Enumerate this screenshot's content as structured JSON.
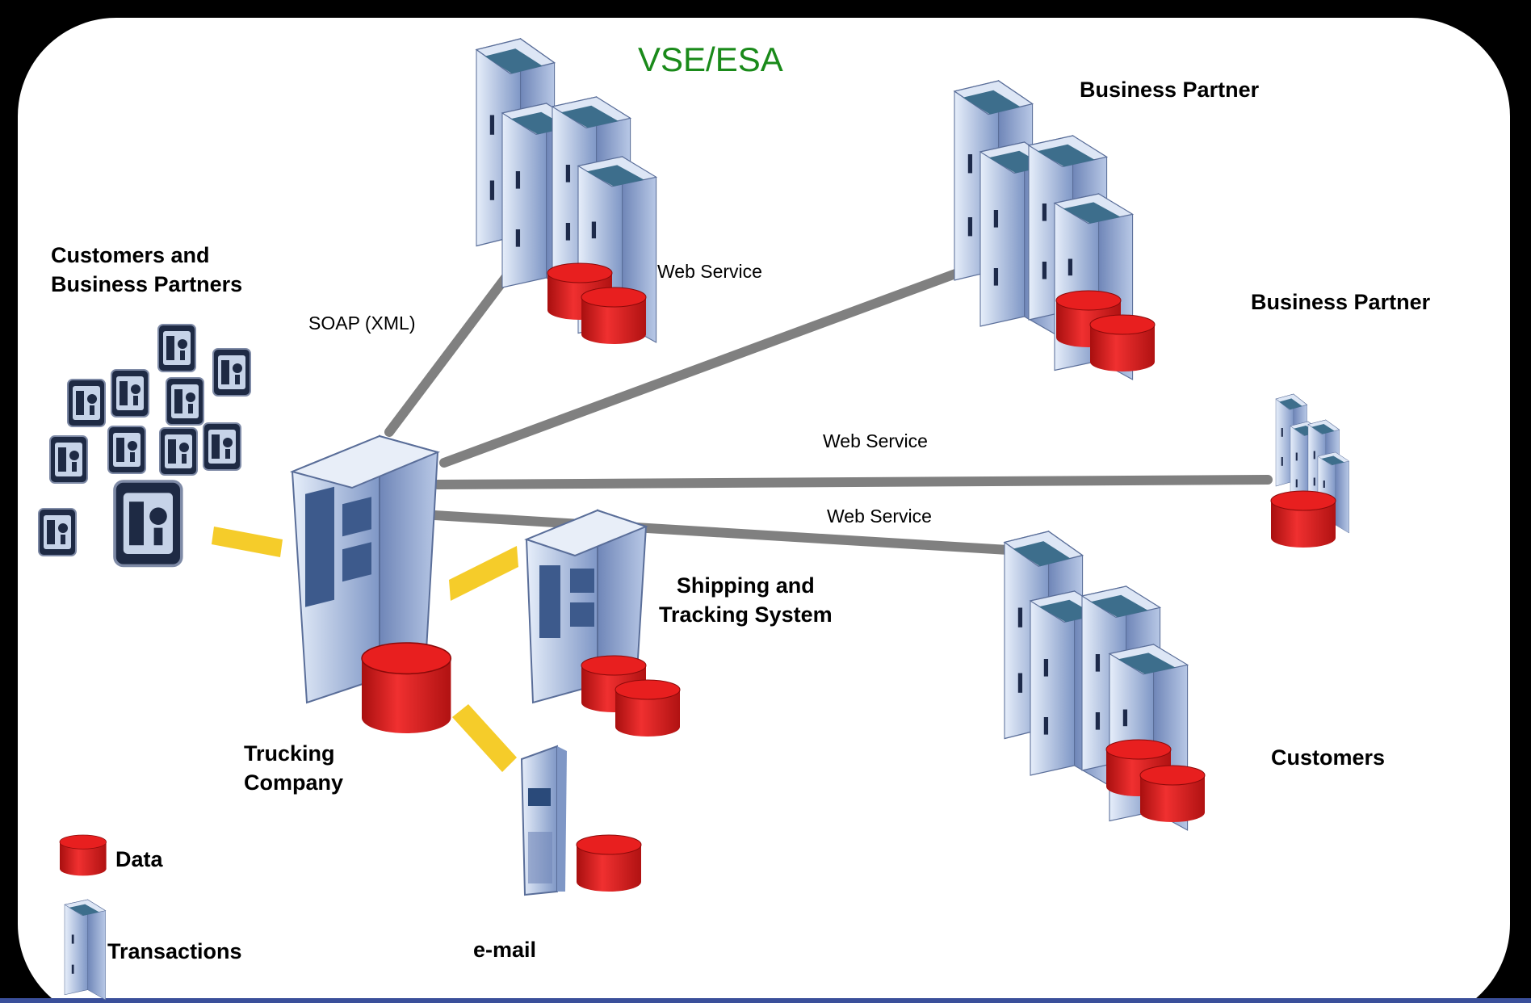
{
  "diagram": {
    "title": "VSE/ESA",
    "nodes": {
      "customers_partners": {
        "line1": "Customers and",
        "line2": "Business Partners"
      },
      "trucking": {
        "line1": "Trucking",
        "line2": "Company"
      },
      "shipping": {
        "line1": "Shipping and",
        "line2": "Tracking System"
      },
      "partner1": "Business Partner",
      "partner2": "Business Partner",
      "customers": "Customers",
      "email": "e-mail"
    },
    "edges": {
      "soap": "SOAP (XML)",
      "ws_vse": "Web Service",
      "ws_partner2": "Web Service",
      "ws_customers": "Web Service"
    },
    "legend": {
      "data": "Data",
      "transactions": "Transactions"
    },
    "colors": {
      "frame": "#000000",
      "background": "#ffffff",
      "link": "#808080",
      "local_link": "#f5cc2a",
      "database": "#dd1e1e",
      "server": "#9fb4d8",
      "title": "#1a8a1a"
    }
  }
}
